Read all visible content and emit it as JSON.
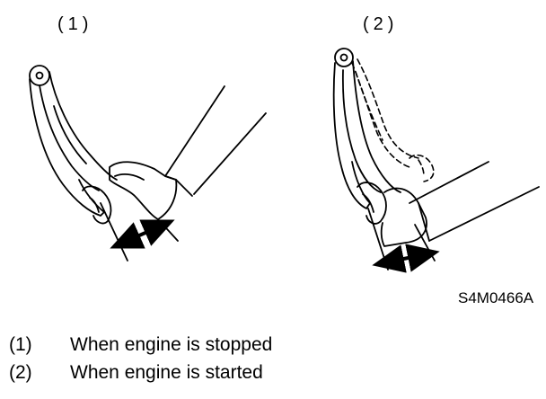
{
  "figures": [
    {
      "label": "(1)"
    },
    {
      "label": "(2)"
    }
  ],
  "figure_code": "S4M0466A",
  "legend": [
    {
      "num": "(1)",
      "text": "When engine is stopped"
    },
    {
      "num": "(2)",
      "text": "When engine is started"
    }
  ],
  "colors": {
    "line": "#000000",
    "background": "#ffffff"
  }
}
